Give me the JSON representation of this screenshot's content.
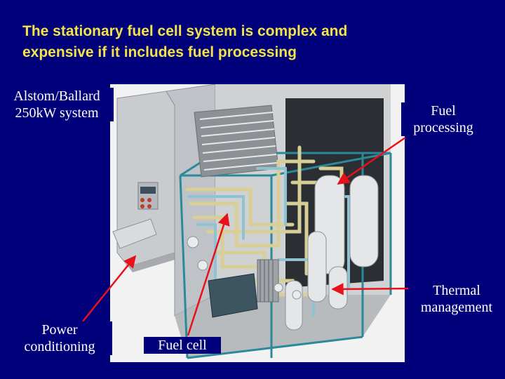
{
  "slide": {
    "title_line1": "The stationary fuel cell system is complex and",
    "title_line2": "expensive if it includes fuel processing"
  },
  "labels": {
    "system_line1": "Alstom/Ballard",
    "system_line2": "250kW system",
    "fuel_processing_line1": "Fuel",
    "fuel_processing_line2": "processing",
    "thermal_line1": "Thermal",
    "thermal_line2": "management",
    "power_line1": "Power",
    "power_line2": "conditioning",
    "fuel_cell": "Fuel cell"
  },
  "colors": {
    "background": "#00007a",
    "title": "#f3e24a",
    "label": "#ffffff",
    "arrow": "#e8101a",
    "frame": "#2a8a9a",
    "pipe": "#d8cf96"
  }
}
